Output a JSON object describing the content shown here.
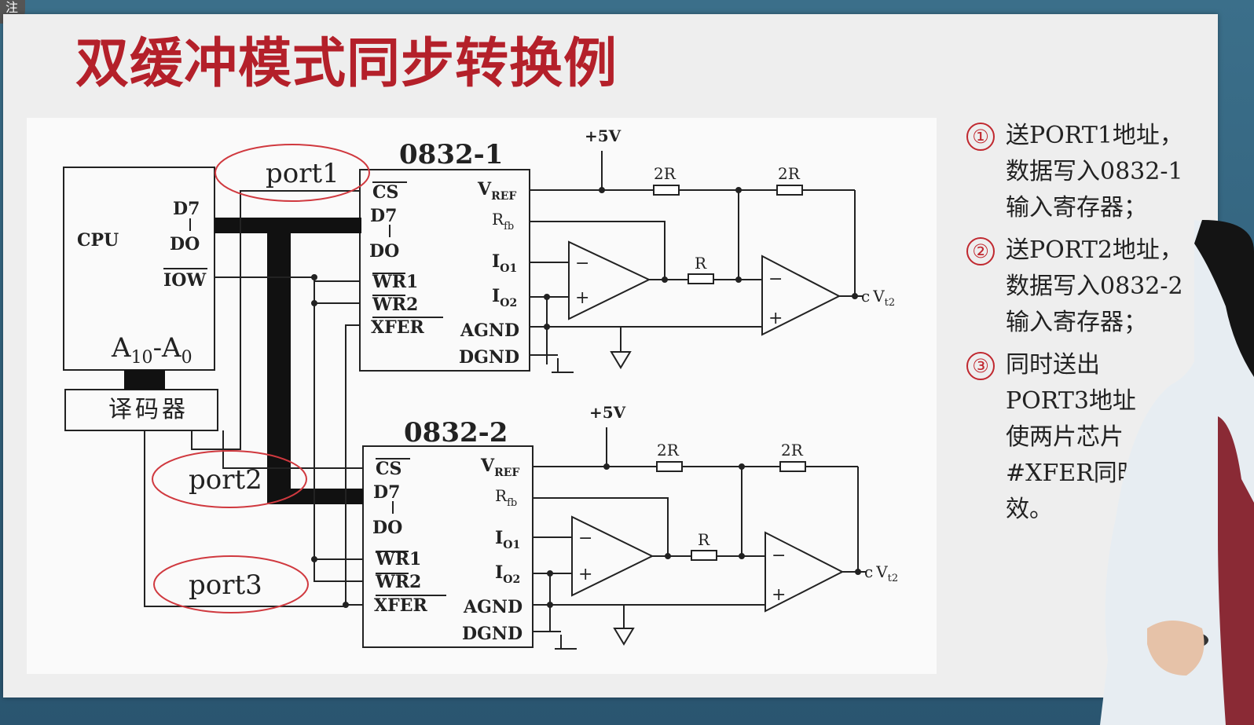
{
  "corner_tag": "注",
  "title": "双缓冲模式同步转换例",
  "diagram": {
    "cpu": {
      "label": "CPU",
      "d7": "D7",
      "d0": "DO",
      "iow": "IOW",
      "addr_base": "A",
      "addr_sub1": "10",
      "addr_mid": "-A",
      "addr_sub2": "0"
    },
    "decoder": "译码器",
    "ports": [
      "port1",
      "port2",
      "port3"
    ],
    "chip_labels": [
      "0832-1",
      "0832-2"
    ],
    "chip_pins": {
      "cs": "CS",
      "d7": "D7",
      "d0": "DO",
      "wr1": "WR1",
      "wr2": "WR2",
      "xfer": "XFER",
      "vref": "V",
      "vref_sub": "REF",
      "rfb": "R",
      "rfb_sub": "fb",
      "iout1": "I",
      "iout1_sub": "O1",
      "iout2": "I",
      "iout2_sub": "O2",
      "agnd": "AGND",
      "dgnd": "DGND"
    },
    "supply": "+5V",
    "resistors": {
      "r2": "2R",
      "r": "R"
    },
    "opamp_signs": {
      "minus": "−",
      "plus": "+"
    },
    "output": "V",
    "output_sub": "t2",
    "output_node": "c"
  },
  "notes": [
    {
      "num": "①",
      "lines": [
        "送PORT1地址，",
        "数据写入0832-1",
        "输入寄存器；"
      ]
    },
    {
      "num": "②",
      "lines": [
        "送PORT2地址，",
        "数据写入0832-2",
        "输入寄存器；"
      ]
    },
    {
      "num": "③",
      "lines": [
        "同时送出",
        "PORT3地址",
        "使两片芯片",
        "#XFER同时有",
        "效。"
      ]
    }
  ],
  "colors": {
    "title": "#b4202a",
    "ellipse": "#d0393f",
    "circle_num": "#c0282f"
  }
}
